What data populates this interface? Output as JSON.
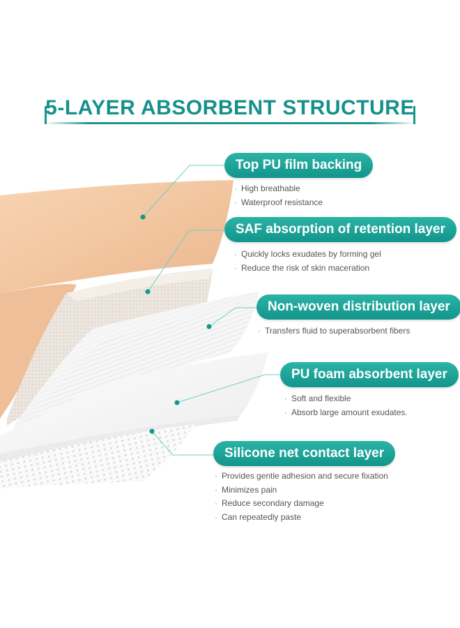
{
  "title": "5-LAYER ABSORBENT STRUCTURE",
  "layers": [
    {
      "label": "Top  PU film backing",
      "bullets": [
        "High breathable",
        "Waterproof resistance"
      ]
    },
    {
      "label": "SAF absorption of retention layer",
      "bullets": [
        "Quickly locks exudates by forming gel",
        "Reduce the risk of skin maceration"
      ]
    },
    {
      "label": "Non-woven distribution layer",
      "bullets": [
        "Transfers fluid to superabsorbent fibers"
      ]
    },
    {
      "label": "PU foam absorbent layer",
      "bullets": [
        "Soft and flexible",
        "Absorb large amount exudates."
      ]
    },
    {
      "label": "Silicone net contact layer",
      "bullets": [
        "Provides gentle adhesion and secure fixation",
        "Minimizes pain",
        "Reduce secondary damage",
        "Can repeatedly paste"
      ]
    }
  ],
  "colors": {
    "accent": "#16918a",
    "pill_top": "#2bb3a6",
    "pill_bottom": "#12958b",
    "film": "#f2c9a4",
    "saf": "#ece6e1"
  }
}
